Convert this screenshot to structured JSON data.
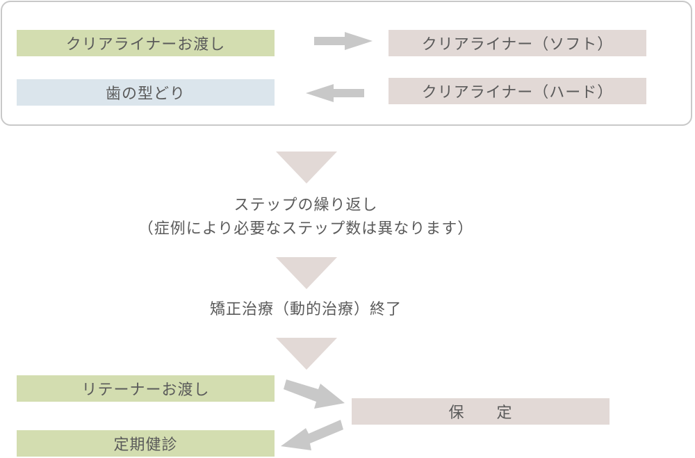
{
  "top_box": {
    "handover": "クリアライナーお渡し",
    "soft": "クリアライナー（ソフト）",
    "impression": "歯の型どり",
    "hard": "クリアライナー（ハード）"
  },
  "repeat": {
    "line1": "ステップの繰り返し",
    "line2": "（症例により必要なステップ数は異なります）"
  },
  "end_label": "矯正治療（動的治療）終了",
  "retention": {
    "retainer": "リテーナーお渡し",
    "checkup": "定期健診",
    "hold": "保　　定"
  },
  "colors": {
    "green": "#d3ddb0",
    "blue": "#dbe5ec",
    "beige": "#e2d9d6",
    "arrow": "#c8c8c8",
    "triangle": "#e2d9d6"
  }
}
